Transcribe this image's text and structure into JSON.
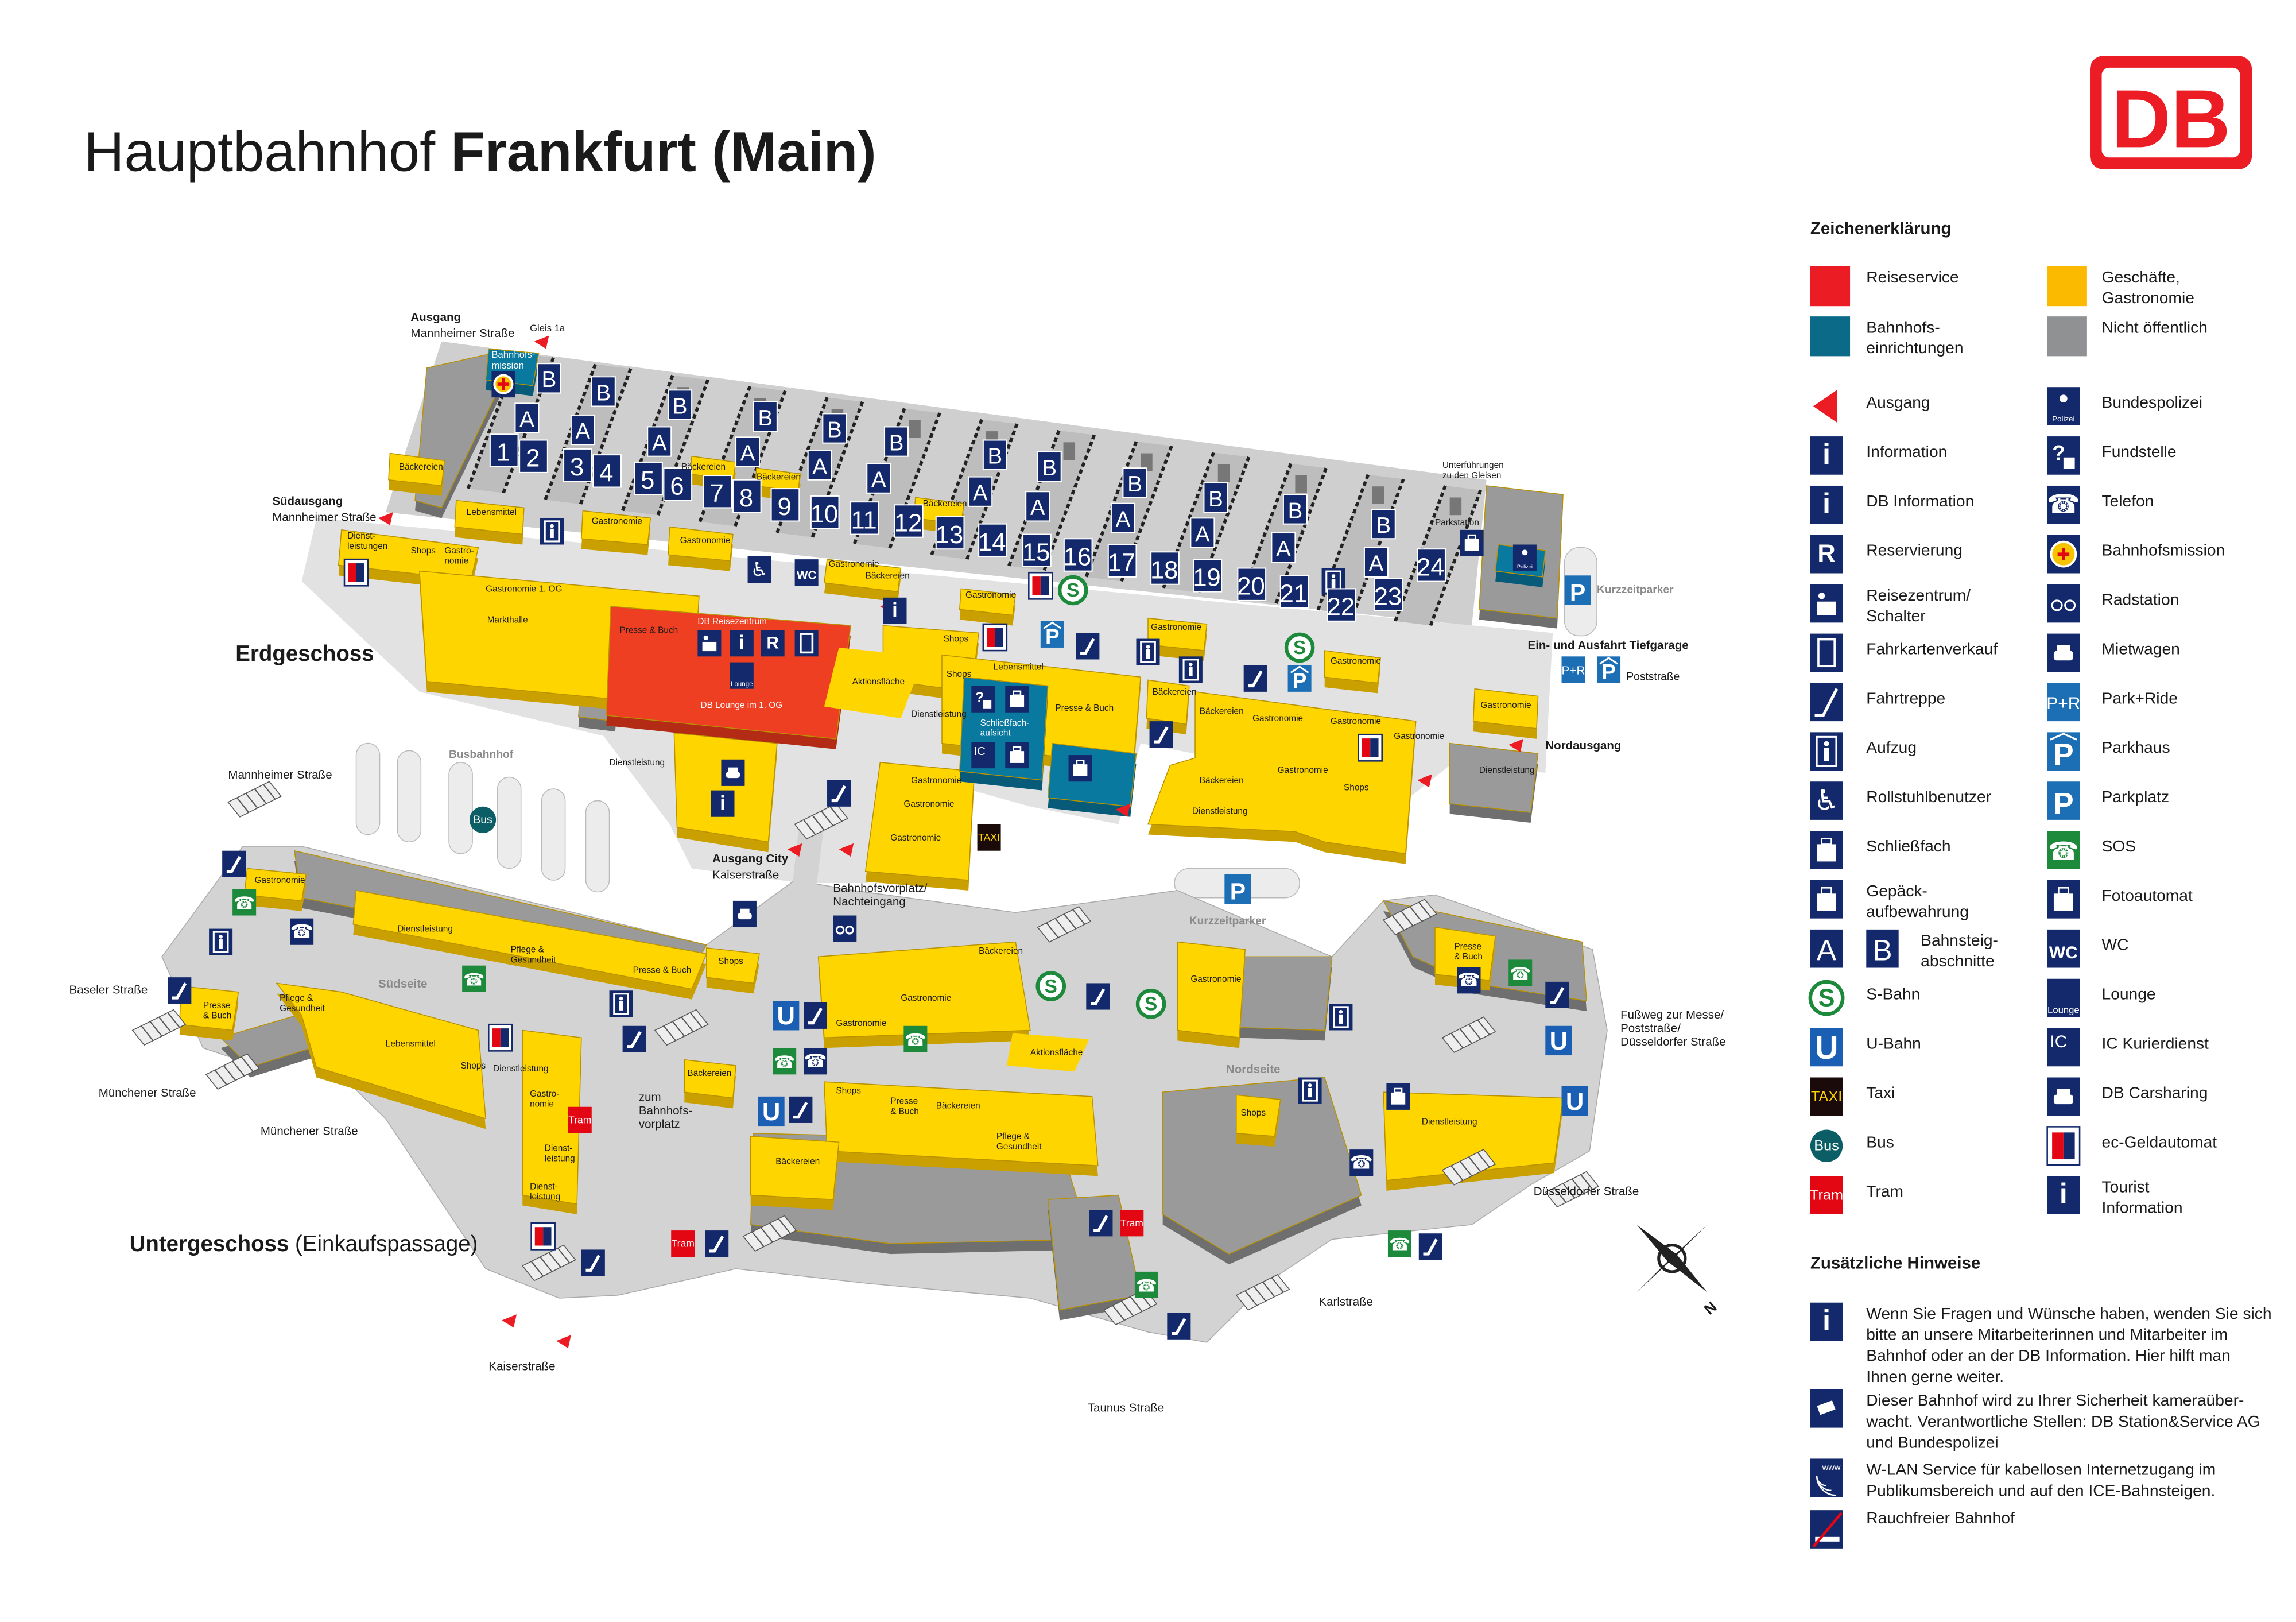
{
  "title": {
    "light": "Hauptbahnhof ",
    "bold": "Frankfurt (Main)"
  },
  "logo": {
    "text": "DB"
  },
  "colors": {
    "red": "#ec1c24",
    "navy": "#13296b",
    "yellow": "#ffd500",
    "teal": "#0a79a0",
    "gray": "#8f9193",
    "floor": "#d7d7d7"
  },
  "levels": {
    "upper": "Erdgeschoss",
    "lower_bold": "Untergeschoss",
    "lower_light": " (Einkaufspassage)"
  },
  "compass": {
    "north": "N"
  },
  "platforms": [
    "1",
    "2",
    "3",
    "4",
    "5",
    "6",
    "7",
    "8",
    "9",
    "10",
    "11",
    "12",
    "13",
    "14",
    "15",
    "16",
    "17",
    "18",
    "19",
    "20",
    "21",
    "22",
    "23",
    "24"
  ],
  "platform_sections": {
    "a": "A",
    "b": "B"
  },
  "map": {
    "labels": [
      [
        "Ausgang"
      ],
      [
        "Mannheimer Straße"
      ],
      [
        "Gleis 1a"
      ],
      [
        "Bahnhofs-",
        "mission"
      ],
      [
        "Südausgang"
      ],
      [
        "Mannheimer Straße"
      ],
      [
        "Erdgeschoss"
      ],
      [
        "Bäckereien"
      ],
      [
        "Lebensmittel"
      ],
      [
        "Gastronomie"
      ],
      [
        "Gastronomie"
      ],
      [
        "Dienst-",
        "leistungen"
      ],
      [
        "Shops"
      ],
      [
        "Gastro-",
        "nomie"
      ],
      [
        "Gastronomie 1. OG"
      ],
      [
        "Markthalle"
      ],
      [
        "Presse & Buch"
      ],
      [
        "DB Reisezentrum"
      ],
      [
        "DB Lounge im 1. OG"
      ],
      [
        "Aktionsfläche"
      ],
      [
        "Gastronomie"
      ],
      [
        "Bäckereien"
      ],
      [
        "Gastronomie"
      ],
      [
        "Bäckereien"
      ],
      [
        "Bäckereien"
      ],
      [
        "Bäckereien"
      ],
      [
        "Shops"
      ],
      [
        "Shops"
      ],
      [
        "Lebensmittel"
      ],
      [
        "Dienstleistung"
      ],
      [
        "Schließfach-",
        "aufsicht"
      ],
      [
        "Presse & Buch"
      ],
      [
        "Gastronomie"
      ],
      [
        "Bäckereien"
      ],
      [
        "Bäckereien"
      ],
      [
        "Gastronomie"
      ],
      [
        "Gastronomie"
      ],
      [
        "Gastronomie"
      ],
      [
        "Gastronomie"
      ],
      [
        "Gastronomie"
      ],
      [
        "Bäckereien"
      ],
      [
        "Dienstleistung"
      ],
      [
        "Shops"
      ],
      [
        "Gastronomie"
      ],
      [
        "Gastronomie"
      ],
      [
        "Gastronomie"
      ],
      [
        "Dienstleistung"
      ],
      [
        "Unterführungen",
        "zu den Gleisen"
      ],
      [
        "Parkstation"
      ],
      [
        "Kurzzeitparker"
      ],
      [
        "Ein- und Ausfahrt Tiefgarage"
      ],
      [
        "Poststraße"
      ],
      [
        "Gastronomie"
      ],
      [
        "Dienstleistung"
      ],
      [
        "Nordausgang"
      ],
      [
        "Busbahnhof"
      ],
      [
        "Ausgang City"
      ],
      [
        "Kaiserstraße"
      ],
      [
        "Mannheimer Straße"
      ],
      [
        "Bahnhofsvorplatz/",
        "Nachteingang"
      ],
      [
        "Kurzzeitparker"
      ],
      [
        "Gastronomie"
      ],
      [
        "Dienstleistung"
      ],
      [
        "Pflege &",
        "Gesundheit"
      ],
      [
        "Presse & Buch"
      ],
      [
        "Shops"
      ],
      [
        "Südseite"
      ],
      [
        "Baseler Straße"
      ],
      [
        "Presse",
        "& Buch"
      ],
      [
        "Pflege &",
        "Gesundheit"
      ],
      [
        "Lebensmittel"
      ],
      [
        "Shops"
      ],
      [
        "Dienstleistung"
      ],
      [
        "Gastro-",
        "nomie"
      ],
      [
        "Dienst-",
        "leistung"
      ],
      [
        "Dienst-",
        "leistung"
      ],
      [
        "Münchener Straße"
      ],
      [
        "Münchener Straße"
      ],
      [
        "zum",
        "Bahnhofs-",
        "vorplatz"
      ],
      [
        "Bäckereien"
      ],
      [
        "Gastronomie"
      ],
      [
        "Gastronomie"
      ],
      [
        "Bäckereien"
      ],
      [
        "Gastronomie"
      ],
      [
        "Aktionsfläche"
      ],
      [
        "Shops"
      ],
      [
        "Presse",
        "& Buch"
      ],
      [
        "Bäckereien"
      ],
      [
        "Pflege &",
        "Gesundheit"
      ],
      [
        "Bäckereien"
      ],
      [
        "Nordseite"
      ],
      [
        "Shops"
      ],
      [
        "Dienstleistung"
      ],
      [
        "Presse",
        "& Buch"
      ],
      [
        "Fußweg zur Messe/",
        "Poststraße/",
        "Düsseldorfer Straße"
      ],
      [
        "Düsseldorfer Straße"
      ],
      [
        "Kaiserstraße"
      ],
      [
        "Taunus Straße"
      ],
      [
        "Karlstraße"
      ]
    ]
  },
  "legend": {
    "title": "Zeichenerklärung",
    "items": [
      {
        "icon": "swatch-red",
        "label": [
          "Reiseservice"
        ],
        "col": 1
      },
      {
        "icon": "swatch-teal",
        "label": [
          "Bahnhofs-",
          "einrichtungen"
        ],
        "col": 1
      },
      {
        "icon": "ausgang",
        "label": [
          "Ausgang"
        ],
        "col": 1
      },
      {
        "icon": "info",
        "glyph": "i",
        "label": [
          "Information"
        ],
        "col": 1
      },
      {
        "icon": "dbinfo",
        "glyph": "i",
        "label": [
          "DB Information"
        ],
        "col": 1
      },
      {
        "icon": "reservierung",
        "glyph": "R",
        "label": [
          "Reservierung"
        ],
        "col": 1
      },
      {
        "icon": "reisezentrum",
        "label": [
          "Reisezentrum/",
          "Schalter"
        ],
        "col": 1
      },
      {
        "icon": "fahrkarten",
        "label": [
          "Fahrkartenverkauf"
        ],
        "col": 1
      },
      {
        "icon": "fahrtreppe",
        "label": [
          "Fahrtreppe"
        ],
        "col": 1
      },
      {
        "icon": "aufzug",
        "label": [
          "Aufzug"
        ],
        "col": 1
      },
      {
        "icon": "rollstuhl",
        "glyph": "♿",
        "label": [
          "Rollstuhlbenutzer"
        ],
        "col": 1
      },
      {
        "icon": "schliessfach",
        "label": [
          "Schließfach"
        ],
        "col": 1
      },
      {
        "icon": "gepaeck",
        "label": [
          "Gepäck-",
          "aufbewahrung"
        ],
        "col": 1
      },
      {
        "icon": "abschnitte",
        "label": [
          "Bahnsteig-",
          "abschnitte"
        ],
        "col": 1
      },
      {
        "icon": "sbahn",
        "glyph": "S",
        "label": [
          "S-Bahn"
        ],
        "col": 1
      },
      {
        "icon": "ubahn",
        "glyph": "U",
        "label": [
          "U-Bahn"
        ],
        "col": 1
      },
      {
        "icon": "taxi",
        "glyph": "TAXI",
        "label": [
          "Taxi"
        ],
        "col": 1
      },
      {
        "icon": "bus",
        "glyph": "Bus",
        "label": [
          "Bus"
        ],
        "col": 1
      },
      {
        "icon": "tram",
        "glyph": "Tram",
        "label": [
          "Tram"
        ],
        "col": 1
      },
      {
        "icon": "swatch-yellow",
        "label": [
          "Geschäfte,",
          "Gastronomie"
        ],
        "col": 2
      },
      {
        "icon": "swatch-gray",
        "label": [
          "Nicht öffentlich"
        ],
        "col": 2
      },
      {
        "icon": "polizei",
        "glyph": "Polizei",
        "label": [
          "Bundespolizei"
        ],
        "col": 2
      },
      {
        "icon": "fund",
        "glyph": "?",
        "label": [
          "Fundstelle"
        ],
        "col": 2
      },
      {
        "icon": "telefon",
        "glyph": "☎",
        "label": [
          "Telefon"
        ],
        "col": 2
      },
      {
        "icon": "mission",
        "label": [
          "Bahnhofsmission"
        ],
        "col": 2
      },
      {
        "icon": "radstation",
        "label": [
          "Radstation"
        ],
        "col": 2
      },
      {
        "icon": "mietwagen",
        "label": [
          "Mietwagen"
        ],
        "col": 2
      },
      {
        "icon": "parkride",
        "glyph": "P+R",
        "label": [
          "Park+Ride"
        ],
        "col": 2
      },
      {
        "icon": "parkhaus",
        "glyph": "P",
        "label": [
          "Parkhaus"
        ],
        "col": 2
      },
      {
        "icon": "parkplatz",
        "glyph": "P",
        "label": [
          "Parkplatz"
        ],
        "col": 2
      },
      {
        "icon": "sos",
        "glyph": "☎",
        "label": [
          "SOS"
        ],
        "col": 2
      },
      {
        "icon": "foto",
        "label": [
          "Fotoautomat"
        ],
        "col": 2
      },
      {
        "icon": "wc",
        "glyph": "WC",
        "label": [
          "WC"
        ],
        "col": 2
      },
      {
        "icon": "lounge",
        "glyph": "Lounge",
        "label": [
          "Lounge"
        ],
        "col": 2
      },
      {
        "icon": "ic",
        "glyph": "IC",
        "label": [
          "IC Kurierdienst"
        ],
        "col": 2
      },
      {
        "icon": "carsharing",
        "label": [
          "DB Carsharing"
        ],
        "col": 2
      },
      {
        "icon": "ec",
        "label": [
          "ec-Geldautomat"
        ],
        "col": 2
      },
      {
        "icon": "tourist",
        "glyph": "i",
        "label": [
          "Tourist",
          "Information"
        ],
        "col": 2
      }
    ]
  },
  "notes": {
    "title": "Zusätzliche Hinweise",
    "items": [
      {
        "icon": "dbinfo",
        "lines": [
          "Wenn Sie Fragen und Wünsche haben, wenden Sie sich",
          "bitte an unsere Mitarbeiterinnen und Mitarbeiter im",
          "Bahnhof oder an der DB Information. Hier hilft man",
          "Ihnen gerne weiter."
        ]
      },
      {
        "icon": "kamera",
        "lines": [
          "Dieser Bahnhof wird zu Ihrer Sicherheit kameraüber-",
          "wacht. Verantwortliche Stellen: DB Station&Service AG",
          "und Bundespolizei"
        ]
      },
      {
        "icon": "wlan",
        "glyph": "www",
        "lines": [
          "W-LAN Service für kabellosen Internetzugang im",
          "Publikumsbereich und auf den ICE-Bahnsteigen."
        ]
      },
      {
        "icon": "rauchfrei",
        "lines": [
          "Rauchfreier Bahnhof"
        ]
      }
    ]
  }
}
